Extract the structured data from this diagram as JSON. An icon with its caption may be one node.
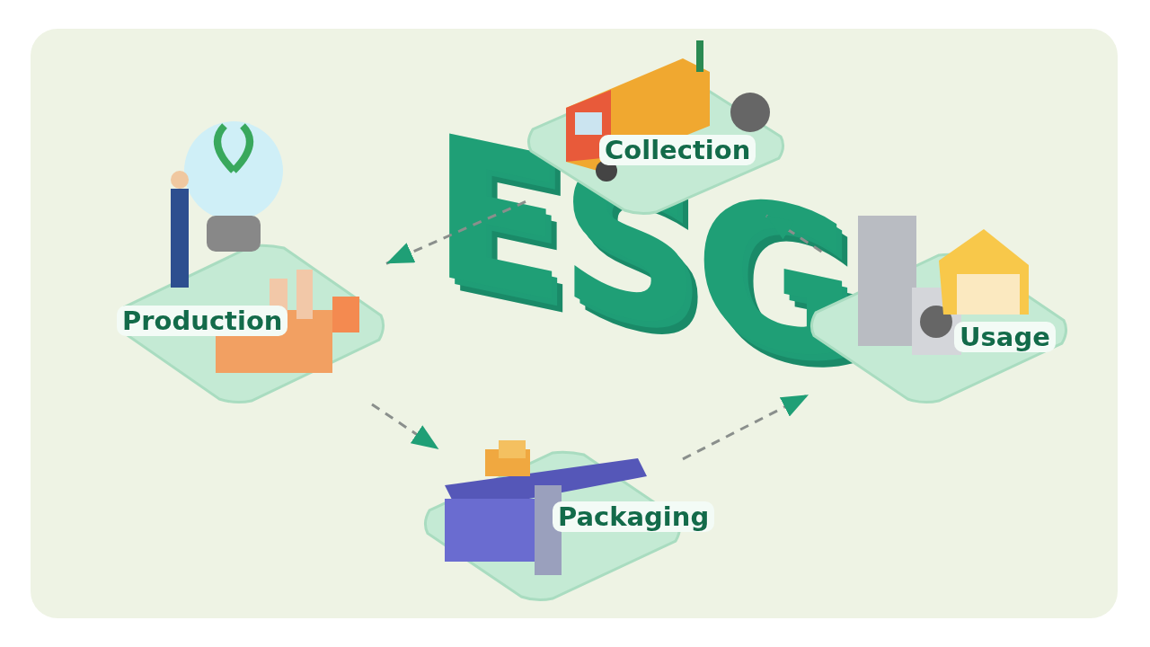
{
  "diagram": {
    "nodes": [
      {
        "text": [
          "Production"
        ]
      },
      {
        "text": [
          "Packaging"
        ]
      },
      {
        "text": [
          "Usage"
        ]
      },
      {
        "text": [
          "Collection"
        ]
      }
    ],
    "edges": [
      {
        "from": 0,
        "to": 1,
        "arrow": "to",
        "style": "dashed"
      },
      {
        "from": 1,
        "to": 2,
        "arrow": "to",
        "style": "dashed"
      },
      {
        "from": 2,
        "to": 3,
        "arrow": "to",
        "style": "dashed"
      },
      {
        "from": 3,
        "to": 0,
        "arrow": "to",
        "style": "dashed"
      }
    ],
    "labels": [
      "ESG"
    ]
  }
}
